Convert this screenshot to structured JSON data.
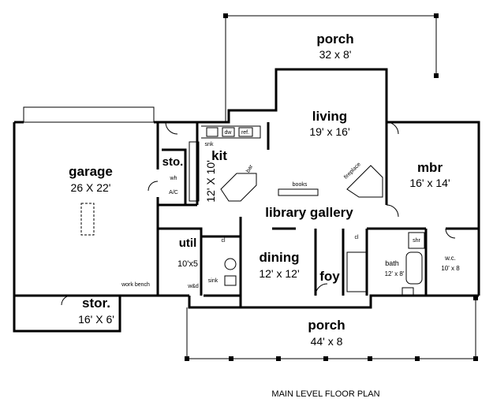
{
  "rooms": {
    "porch_rear": {
      "name": "porch",
      "dims": "32 x 8'"
    },
    "living": {
      "name": "living",
      "dims": "19' x 16'"
    },
    "kit": {
      "name": "kit",
      "dims": "12' X 10'"
    },
    "sto_upper": {
      "name": "sto."
    },
    "garage": {
      "name": "garage",
      "dims": "26 X 22'"
    },
    "mbr": {
      "name": "mbr",
      "dims": "16' x 14'"
    },
    "library": {
      "name": "library gallery"
    },
    "util": {
      "name": "util",
      "dims": "10'x5"
    },
    "dining": {
      "name": "dining",
      "dims": "12' x 12'"
    },
    "foy": {
      "name": "foy"
    },
    "bath": {
      "name": "bath",
      "dims": "12' x 8'"
    },
    "wic": {
      "name": "w.c.",
      "dims": "10' x 8"
    },
    "stor_lower": {
      "name": "stor.",
      "dims": "16' X 6'"
    },
    "porch_front": {
      "name": "porch",
      "dims": "44' x 8"
    }
  },
  "fixtures": {
    "dw": "dw",
    "ref": "ref.",
    "snk": "snk",
    "wh": "wh",
    "ac": "A/C",
    "sink_label": "sink",
    "fireplace": "fireplace",
    "books": "books",
    "work_bench": "work bench",
    "cl": "cl",
    "shr": "shr",
    "wd": "w&d",
    "bar": "bar"
  },
  "caption": "MAIN LEVEL FLOOR PLAN"
}
